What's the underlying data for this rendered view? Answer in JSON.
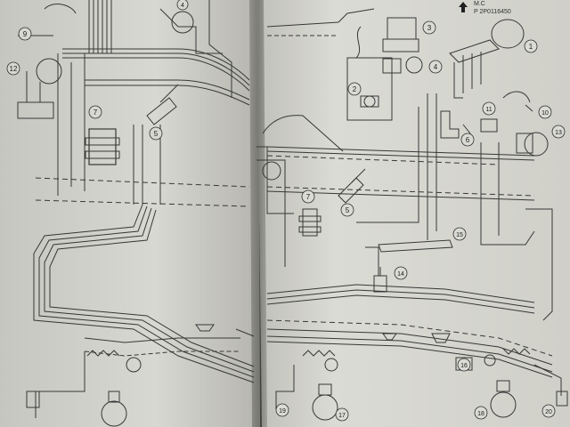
{
  "header": {
    "ref_line1": "M.C",
    "ref_line2": "P 2P0116450"
  },
  "callouts": {
    "left": [
      "9",
      "12",
      "7",
      "5",
      "4"
    ],
    "right": [
      "1",
      "2",
      "3",
      "4",
      "5",
      "6",
      "7",
      "10",
      "11",
      "13",
      "14",
      "15",
      "16",
      "17",
      "18",
      "19",
      "20"
    ]
  },
  "icons": {
    "front_arrow": "arrow-up-icon"
  }
}
